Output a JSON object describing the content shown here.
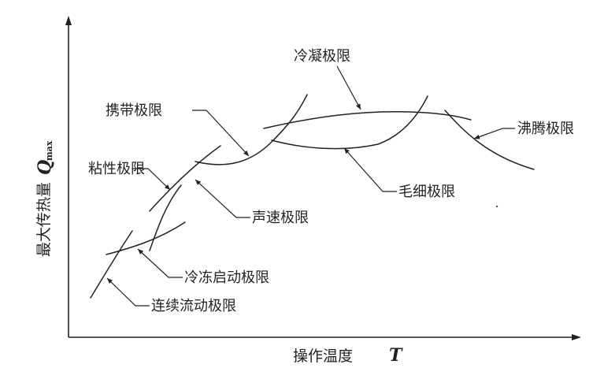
{
  "axes": {
    "x_title": "操作温度",
    "x_symbol": "T",
    "y_title": "最大传热量",
    "y_symbol": "Q",
    "y_subscript": "max"
  },
  "limits": {
    "condensing": "冷凝极限",
    "entrainment": "携带极限",
    "boiling": "沸腾极限",
    "viscous": "粘性极限",
    "capillary": "毛细极限",
    "sonic": "声速极限",
    "frozen_startup": "冷冻启动极限",
    "continuous_flow": "连续流动极限"
  }
}
